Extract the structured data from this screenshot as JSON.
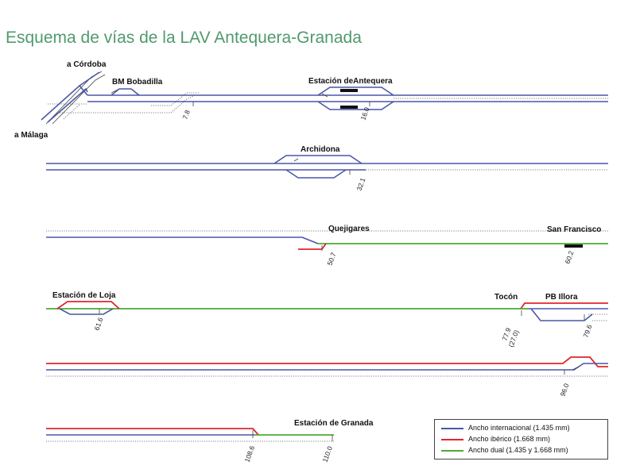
{
  "title": "Esquema de vías de la LAV Antequera-Granada",
  "labels": {
    "a_cordoba": "a Córdoba",
    "a_malaga": "a Málaga",
    "bm_bobadilla": "BM Bobadilla",
    "estacion_antequera": "Estación deAntequera",
    "archidona": "Archidona",
    "quejigares": "Quejigares",
    "san_francisco": "San Francisco",
    "estacion_loja": "Estación de Loja",
    "tocon": "Tocón",
    "pb_illora": "PB Illora",
    "estacion_granada": "Estación de Granada"
  },
  "kilometers": {
    "k7_8": "7.8",
    "k16_0": "16.0",
    "k32_1": "32.1",
    "k50_7": "50.7",
    "k60_2": "60.2",
    "k61_6": "61.6",
    "k77_9": "77.9",
    "k27_0": "(27.0)",
    "k79_6": "79.6",
    "k96_0": "96.0",
    "k108_6": "108.6",
    "k110_0": "110.0"
  },
  "legend": [
    {
      "label": "Ancho internacional (1.435 mm)",
      "color": "#4a57a8"
    },
    {
      "label": "Ancho ibérico (1.668 mm)",
      "color": "#e0262a"
    },
    {
      "label": "Ancho dual (1.435 y 1.668 mm)",
      "color": "#4fa83a"
    }
  ]
}
